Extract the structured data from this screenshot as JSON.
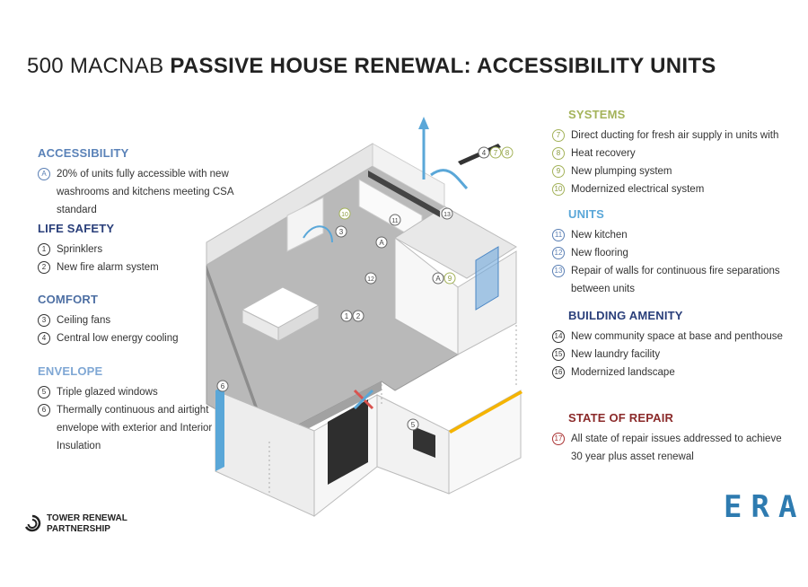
{
  "title": {
    "light": "500 MACNAB ",
    "bold": "PASSIVE HOUSE RENEWAL: ACCESSIBILITY UNITS"
  },
  "colors": {
    "blue": "#5a82b8",
    "green": "#a4b35a",
    "dark_blue": "#2a3f7a",
    "red": "#8b2a2a",
    "era": "#2e7bb0"
  },
  "left": {
    "accessibility": {
      "heading": "ACCESSIBILITY",
      "items": [
        {
          "n": "A",
          "text": "20% of units fully accessible with new washrooms and kitchens meeting CSA standard"
        }
      ]
    },
    "life_safety": {
      "heading": "LIFE SAFETY",
      "items": [
        {
          "n": "1",
          "text": "Sprinklers"
        },
        {
          "n": "2",
          "text": "New fire alarm system"
        }
      ]
    },
    "comfort": {
      "heading": "COMFORT",
      "items": [
        {
          "n": "3",
          "text": "Ceiling fans"
        },
        {
          "n": "4",
          "text": "Central low energy cooling"
        }
      ]
    },
    "envelope": {
      "heading": "ENVELOPE",
      "items": [
        {
          "n": "5",
          "text": "Triple glazed windows"
        },
        {
          "n": "6",
          "text": "Thermally continuous and airtight envelope with exterior and Interior Insulation"
        }
      ]
    }
  },
  "right": {
    "systems": {
      "heading": "SYSTEMS",
      "items": [
        {
          "n": "7",
          "text": "Direct ducting for fresh air supply in units with"
        },
        {
          "n": "8",
          "text": "Heat recovery"
        },
        {
          "n": "9",
          "text": "New plumping system"
        },
        {
          "n": "10",
          "text": "Modernized electrical system"
        }
      ]
    },
    "units": {
      "heading": "UNITS",
      "items": [
        {
          "n": "11",
          "text": "New kitchen"
        },
        {
          "n": "12",
          "text": "New flooring"
        },
        {
          "n": "13",
          "text": "Repair of walls for continuous fire separations between units"
        }
      ]
    },
    "amenity": {
      "heading": "BUILDING AMENITY",
      "items": [
        {
          "n": "14",
          "text": "New community space at base and penthouse"
        },
        {
          "n": "15",
          "text": "New laundry facility"
        },
        {
          "n": "16",
          "text": "Modernized landscape"
        }
      ]
    },
    "repair": {
      "heading": "STATE OF REPAIR",
      "items": [
        {
          "n": "17",
          "text": "All state of repair issues addressed to achieve 30 year plus asset renewal"
        }
      ]
    }
  },
  "callouts": {
    "a": "A",
    "one": "1",
    "two": "2",
    "three": "3",
    "four": "4",
    "five": "5",
    "six": "6",
    "seven": "7",
    "eight": "8",
    "nine": "9",
    "ten": "10",
    "eleven": "11",
    "twelve": "12",
    "thirteen": "13"
  },
  "logo": {
    "line1": "TOWER RENEWAL",
    "line2": "PARTNERSHIP"
  },
  "era": "ERA"
}
